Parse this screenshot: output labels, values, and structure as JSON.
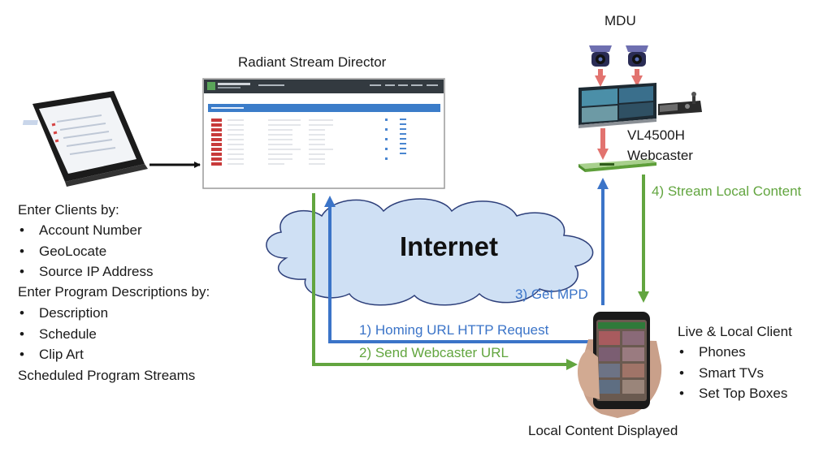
{
  "titles": {
    "director": "Radiant Stream Director",
    "mdu": "MDU",
    "webcaster_line1": "VL4500H",
    "webcaster_line2": "Webcaster",
    "internet": "Internet",
    "local_content": "Local Content Displayed"
  },
  "arrows": {
    "homing": "1) Homing URL HTTP Request",
    "send_url": "2) Send Webcaster URL",
    "get_mpd": "3) Get MPD",
    "stream_local": "4) Stream Local Content"
  },
  "left_panel": {
    "clients_heading": "Enter Clients by:",
    "clients_items": [
      "Account Number",
      "GeoLocate",
      "Source IP Address"
    ],
    "program_heading": "Enter Program Descriptions by:",
    "program_items": [
      "Description",
      "Schedule",
      "Clip Art"
    ],
    "scheduled": "Scheduled Program Streams"
  },
  "client_panel": {
    "heading": "Live & Local Client",
    "items": [
      "Phones",
      "Smart TVs",
      "Set Top Boxes"
    ]
  },
  "colors": {
    "green": "#62a53f",
    "blue": "#3b74c8",
    "red": "#e2736f",
    "cloud": "#cfe0f4"
  }
}
